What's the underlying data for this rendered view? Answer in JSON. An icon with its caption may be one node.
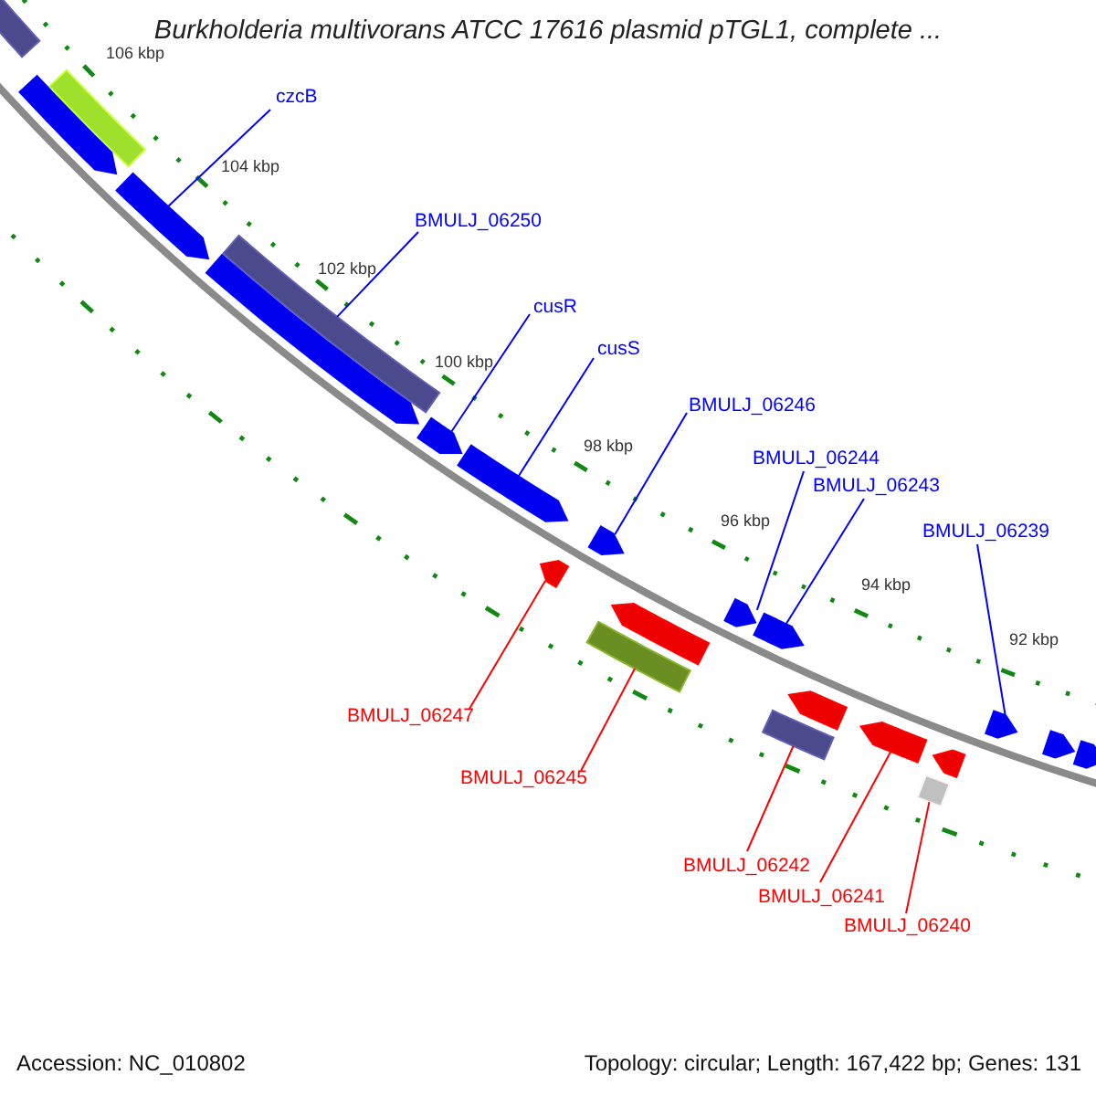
{
  "diagram": {
    "title": "Burkholderia multivorans ATCC 17616 plasmid pTGL1, complete ...",
    "nodes": [
      {
        "text": [
          "czcB"
        ]
      },
      {
        "text": [
          "BMULJ_06250"
        ]
      },
      {
        "text": [
          "cusR"
        ]
      },
      {
        "text": [
          "cusS"
        ]
      },
      {
        "text": [
          "BMULJ_06246"
        ]
      },
      {
        "text": [
          "BMULJ_06244"
        ]
      },
      {
        "text": [
          "BMULJ_06243"
        ]
      },
      {
        "text": [
          "BMULJ_06239"
        ]
      },
      {
        "text": [
          "BMULJ_06247"
        ]
      },
      {
        "text": [
          "BMULJ_06245"
        ]
      },
      {
        "text": [
          "BMULJ_06242"
        ]
      },
      {
        "text": [
          "BMULJ_06241"
        ]
      },
      {
        "text": [
          "BMULJ_06240"
        ]
      },
      {
        "text": [],
        "shape": "bar"
      },
      {
        "text": [],
        "shape": "bar"
      },
      {
        "text": [],
        "shape": "arrow"
      },
      {
        "text": [],
        "shape": "arrow"
      },
      {
        "text": [],
        "shape": "bar"
      },
      {
        "text": [],
        "shape": "arrow"
      },
      {
        "text": [],
        "shape": "arrow"
      },
      {
        "text": [],
        "shape": "arrow"
      },
      {
        "text": [],
        "shape": "arrow"
      },
      {
        "text": [],
        "shape": "arrow"
      },
      {
        "text": [],
        "shape": "arrow"
      },
      {
        "text": [],
        "shape": "arrow"
      },
      {
        "text": [],
        "shape": "arrow"
      },
      {
        "text": [],
        "shape": "arrow"
      },
      {
        "text": [],
        "shape": "arrow"
      },
      {
        "text": [],
        "shape": "arrow"
      },
      {
        "text": [],
        "shape": "bar"
      },
      {
        "text": [],
        "shape": "arrow"
      },
      {
        "text": [],
        "shape": "bar"
      },
      {
        "text": [],
        "shape": "arrow"
      },
      {
        "text": [],
        "shape": "arrow"
      },
      {
        "text": [],
        "shape": "bar"
      }
    ],
    "edges": [
      {
        "from": 0,
        "to": 16,
        "arrow": "none"
      },
      {
        "from": 1,
        "to": 17,
        "arrow": "none"
      },
      {
        "from": 2,
        "to": 19,
        "arrow": "none"
      },
      {
        "from": 3,
        "to": 20,
        "arrow": "none"
      },
      {
        "from": 4,
        "to": 21,
        "arrow": "none"
      },
      {
        "from": 5,
        "to": 22,
        "arrow": "none"
      },
      {
        "from": 6,
        "to": 23,
        "arrow": "none"
      },
      {
        "from": 7,
        "to": 24,
        "arrow": "none"
      },
      {
        "from": 8,
        "to": 27,
        "arrow": "none",
        "color": "#ff0000"
      },
      {
        "from": 9,
        "to": 29,
        "arrow": "none",
        "color": "#ff0000"
      },
      {
        "from": 10,
        "to": 31,
        "arrow": "none",
        "color": "#ff0000"
      },
      {
        "from": 11,
        "to": 32,
        "arrow": "none",
        "color": "#ff0000"
      },
      {
        "from": 12,
        "to": 34,
        "arrow": "none",
        "color": "#ff0000"
      }
    ],
    "labels": [
      "106 kbp",
      "104 kbp",
      "102 kbp",
      "100 kbp",
      "98 kbp",
      "96 kbp",
      "94 kbp",
      "92 kbp",
      "Accession: NC_010802",
      "Topology: circular; Length: 167,422 bp; Genes: 131"
    ]
  }
}
